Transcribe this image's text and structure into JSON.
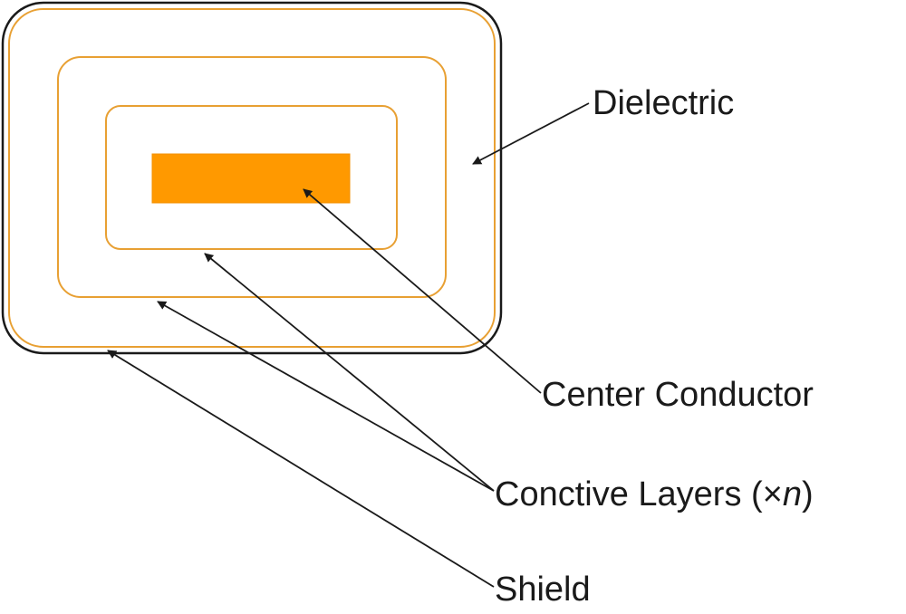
{
  "labels": {
    "dielectric": "Dielectric",
    "center_conductor": "Center Conductor",
    "conctive_layers_prefix": "Conctive Layers (×",
    "conctive_layers_var": "n",
    "conctive_layers_suffix": ")",
    "shield": "Shield"
  },
  "colors": {
    "shield_outline": "#1a1a1a",
    "layer_outline": "#e8a033",
    "conductor_fill": "#ff9900",
    "arrow": "#1a1a1a",
    "text": "#1a1a1a"
  }
}
